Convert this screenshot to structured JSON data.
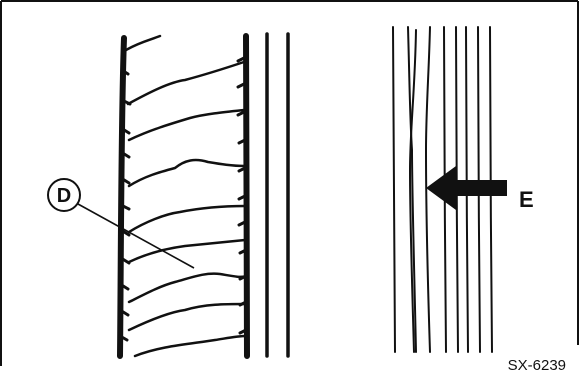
{
  "figure": {
    "labels": {
      "left_callout": "D",
      "right_callout": "E",
      "code": "SX-6239"
    },
    "colors": {
      "ink": "#111111",
      "background": "#ffffff"
    },
    "icons": {
      "indicator_arrow": "arrow-left-icon"
    }
  }
}
